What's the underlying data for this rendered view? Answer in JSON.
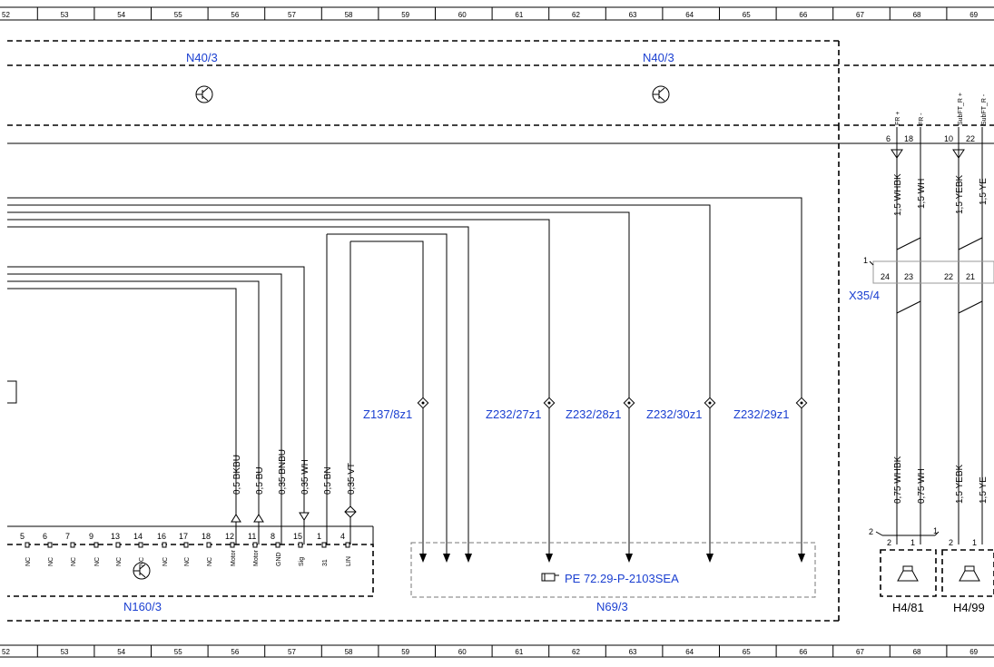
{
  "ruler": [
    "52",
    "53",
    "54",
    "55",
    "56",
    "57",
    "58",
    "59",
    "60",
    "61",
    "62",
    "63",
    "64",
    "65",
    "66",
    "67",
    "68",
    "69"
  ],
  "modules": {
    "n40_left": "N40/3",
    "n40_right": "N40/3",
    "n160": "N160/3",
    "n69": "N69/3",
    "x35": "X35/4",
    "h481": "H4/81",
    "h499": "H4/99"
  },
  "reference": "PE 72.29-P-2103SEA",
  "connectors": {
    "z137": "Z137/8z1",
    "z232_27": "Z232/27z1",
    "z232_28": "Z232/28z1",
    "z232_30": "Z232/30z1",
    "z232_29": "Z232/29z1"
  },
  "top_pins": {
    "fr_plus": "FR +",
    "fr_minus": "FR -",
    "sub_r_plus": "SubFT_R +",
    "sub_r_minus": "SubFT_R -",
    "p6": "6",
    "p18": "18",
    "p10": "10",
    "p22": "22"
  },
  "upper_wires": {
    "w1": "1,5 WHBK",
    "w2": "1,5 WH",
    "w3": "1,5 YEBK",
    "w4": "1,5 YE"
  },
  "x35_pins": {
    "lead": "1",
    "p24": "24",
    "p23": "23",
    "p22": "22",
    "p21": "21"
  },
  "lower_wires": {
    "w1": "0,75 WHBK",
    "w2": "0,75 WH",
    "w3": "1,5 YEBK",
    "w4": "1,5 YE"
  },
  "speaker_pins": {
    "a_lead": "2",
    "a_p2": "2",
    "a_p1": "1",
    "b_lead": "1",
    "b_p2": "2",
    "b_p1": "1"
  },
  "n160_wires": {
    "w12": "0,5 BKBU",
    "w11": "0,5 BU",
    "w8": "0,35 BNBU",
    "w15": "0,35 WH",
    "w1": "0,5 BN",
    "w4": "0,35 VT"
  },
  "n160_pins": [
    {
      "num": "5",
      "label": "NC"
    },
    {
      "num": "6",
      "label": "NC"
    },
    {
      "num": "7",
      "label": "NC"
    },
    {
      "num": "9",
      "label": "NC"
    },
    {
      "num": "13",
      "label": "NC"
    },
    {
      "num": "14",
      "label": "NC"
    },
    {
      "num": "16",
      "label": "NC"
    },
    {
      "num": "17",
      "label": "NC"
    },
    {
      "num": "18",
      "label": "NC"
    },
    {
      "num": "12",
      "label": "Motor"
    },
    {
      "num": "11",
      "label": "Motor"
    },
    {
      "num": "8",
      "label": "GND"
    },
    {
      "num": "15",
      "label": "Sig"
    },
    {
      "num": "1",
      "label": "31"
    },
    {
      "num": "4",
      "label": "LIN"
    }
  ]
}
